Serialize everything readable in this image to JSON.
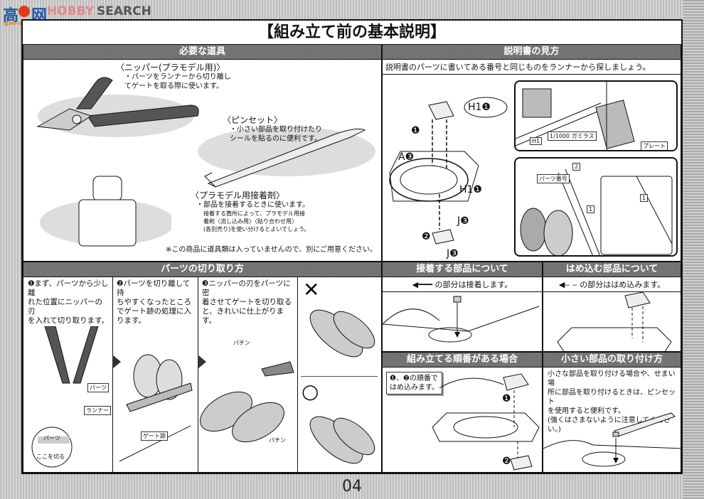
{
  "watermark": {
    "logo_text": "高",
    "logo_text2": "网",
    "brand_hobby": "HOBBY",
    "brand_search": "SEARCH",
    "url": "gao-shou.com"
  },
  "page_title": "【組み立て前の基本説明】",
  "tools": {
    "header": "必要な道具",
    "nipper": {
      "title": "〈ニッパー(プラモデル用)〉",
      "desc": "・パーツをランナーから切り離し\nてゲートを取る際に使います。"
    },
    "tweezers": {
      "title": "〈ピンセット〉",
      "desc": "・小さい部品を取り付けたり\nシールを貼るのに便利です。"
    },
    "cement": {
      "title": "〈プラモデル用接着剤〉",
      "desc": "・部品を接着するときに使います。",
      "note": "接着する箇所によって、プラモデル用接\n着剤〈流し込み用〉〈貼り合わせ用〉\n(各別売り)を使い分けるとよいでしょう。"
    },
    "footnote": "※この商品に道具類は入っていませんので、別にご用意ください。"
  },
  "howto": {
    "header": "説明書の見方",
    "desc": "説明書のパーツに書いてある番号と同じものをランナーから探しましょう。",
    "labels": {
      "h1_callout": "H1❶",
      "a3": "A❸",
      "h1": "H1❶",
      "j3a": "J❸",
      "j3b": "J❸",
      "step1": "❶",
      "step2": "❷"
    },
    "runner_tags": {
      "h1": "H1",
      "scale": "1/1000 ガミラス",
      "plate": "プレート",
      "part_number": "パーツ番号",
      "num2": "2",
      "num1": "1"
    }
  },
  "cutting": {
    "header": "パーツの切り取り方",
    "steps": [
      {
        "text": "❶まず、パーツから少し離\nれた位置にニッパーの刃\nを入れて切り取ります。"
      },
      {
        "text": "❷パーツを切り離して持\nちやすくなったところ\nでゲート跡の処理に入\nります。"
      },
      {
        "text": "❸ニッパーの刃をパーツに密\n着させてゲートを切り取る\nと、きれいに仕上がります。"
      }
    ],
    "tags": {
      "parts": "パーツ",
      "runner": "ランナー",
      "gate": "ゲート跡",
      "inset_parts": "パーツ",
      "cut_here": "ここを切る"
    },
    "sfx": "パチン",
    "wrong_mark": "✕",
    "right_mark": "○"
  },
  "glue": {
    "header": "接着する部品について",
    "desc": "の部分は接着します。"
  },
  "snap": {
    "header": "はめ込む部品について",
    "desc": "の部分ははめ込みます。"
  },
  "order": {
    "header": "組み立てる順番がある場合",
    "note": "❶、❷の順番で\nはめ込みます。",
    "step1": "❶",
    "step2": "❷"
  },
  "small_parts": {
    "header": "小さい部品の取り付け方",
    "desc": "小さな部品を取り付ける場合や、せまい場\n所に部品を取り付けるときは、ピンセット\nを使用すると便利です。\n(強くはさまないように注意してください。)"
  },
  "page_number": "04"
}
